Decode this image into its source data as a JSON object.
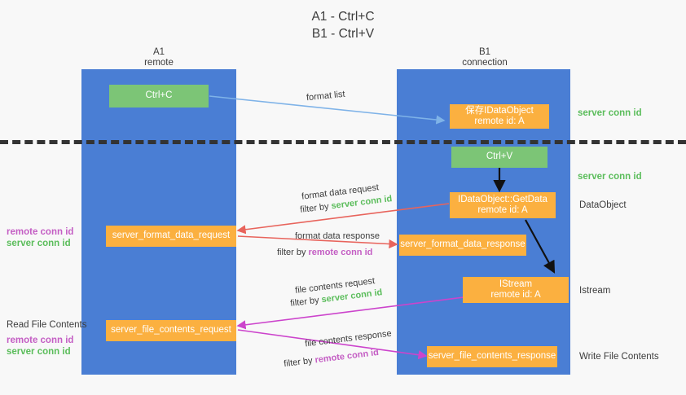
{
  "title": {
    "line1": "A1 - Ctrl+C",
    "line2": "B1 - Ctrl+V"
  },
  "lanes": [
    {
      "name": "A1",
      "sub": "remote"
    },
    {
      "name": "B1",
      "sub": "connection"
    }
  ],
  "boxes": {
    "ctrl_c": "Ctrl+C",
    "ctrl_v": "Ctrl+V",
    "idataobject_l1": "保存IDataObject",
    "idataobject_l2": "remote id: A",
    "getdata_l1": "IDataObject::GetData",
    "getdata_l2": "remote id: A",
    "istream_l1": "IStream",
    "istream_l2": "remote id: A",
    "server_format_data_request": "server_format_data_request",
    "server_format_data_response": "server_format_data_response",
    "server_file_contents_request": "server_file_contents_request",
    "server_file_contents_response": "server_file_contents_response"
  },
  "arrow_labels": {
    "format_list": "format list",
    "format_data_request": "format data request",
    "format_data_request_filter_prefix": "filter by ",
    "format_data_request_filter_value": "server conn id",
    "format_data_response": "format data response",
    "format_data_response_filter_prefix": "filter by ",
    "format_data_response_filter_value": "remote conn id",
    "file_contents_request": "file contents request",
    "file_contents_request_filter_prefix": "filter by ",
    "file_contents_request_filter_value": "server conn id",
    "file_contents_response": "file contents response",
    "file_contents_response_filter_prefix": "filter by ",
    "file_contents_response_filter_value": "remote conn id"
  },
  "side_labels": {
    "right_server_conn_id_top": "server conn id",
    "right_server_conn_id_mid": "server conn id",
    "right_dataobject": "DataObject",
    "right_istream": "Istream",
    "right_write_file_contents": "Write File Contents",
    "left_remote_conn_id_mid": "remote conn id",
    "left_server_conn_id_mid": "server conn id",
    "left_read_file_contents": "Read File Contents",
    "left_remote_conn_id_bottom": "remote conn id",
    "left_server_conn_id_bottom": "server conn id"
  },
  "colors": {
    "lane_blue": "#4a7ed4",
    "box_green": "#7cc576",
    "box_orange": "#fbb040",
    "arrow_light_blue": "#7fb3e8",
    "arrow_red": "#e8645c",
    "arrow_magenta": "#cc44cc",
    "arrow_black": "#111111",
    "text_green": "#5bbd5b",
    "text_purple": "#c45ec4",
    "background": "#f8f8f8"
  }
}
